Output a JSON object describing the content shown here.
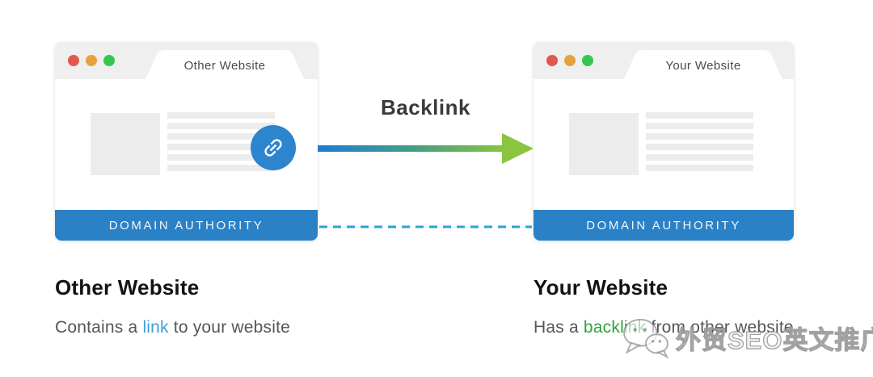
{
  "left_window": {
    "tab_label": "Other Website",
    "bar_label": "DOMAIN AUTHORITY"
  },
  "right_window": {
    "tab_label": "Your Website",
    "bar_label": "DOMAIN AUTHORITY"
  },
  "connection": {
    "arrow_label": "Backlink"
  },
  "captions": {
    "left": {
      "title": "Other Website",
      "prefix": "Contains a ",
      "keyword": "link",
      "suffix": " to your website"
    },
    "right": {
      "title": "Your Website",
      "prefix": "Has a ",
      "keyword": "backlink",
      "suffix": " from other website"
    }
  },
  "watermark": {
    "text": "外贸SEO英文推广"
  },
  "icons": {
    "link_badge": "link-icon",
    "watermark": "wechat-icon",
    "window_controls": [
      "red-dot-icon",
      "orange-dot-icon",
      "green-dot-icon"
    ]
  },
  "colors": {
    "bar_blue": "#2b81c6",
    "badge_blue": "#2c85cd",
    "dashed_blue": "#2ba2d8",
    "arrow_gradient_start": "#1d7cd4",
    "arrow_gradient_end": "#8bc53f",
    "link_text_blue": "#3d9fd4",
    "backlink_text_green": "#2fa33c",
    "header_gray": "#efeff0",
    "skeleton_gray": "#ececec",
    "dot_red": "#e4574e",
    "dot_orange": "#e6a23c",
    "dot_green": "#36c64f"
  }
}
